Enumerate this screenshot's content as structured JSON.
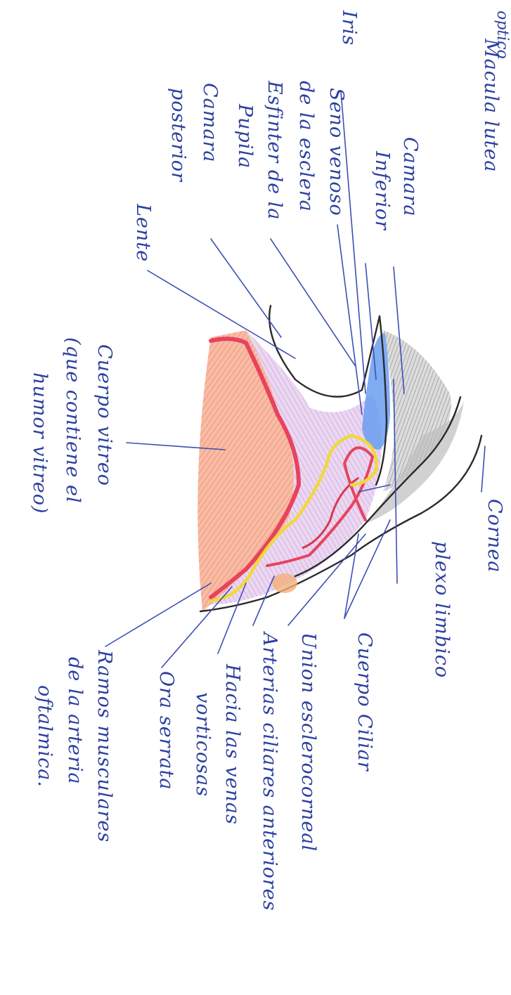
{
  "labels": {
    "macula_lutea": "Macula lutea",
    "optico": "optico",
    "iris": "Iris",
    "camara_inferior": [
      "Camara",
      "Inferior"
    ],
    "seno_venoso": [
      "Seno venoso",
      "de la esclera"
    ],
    "esfinter_pupila": [
      "Esfinter de la",
      "Pupila"
    ],
    "camara_posterior": [
      "Camara",
      "posterior"
    ],
    "lente": "Lente",
    "cuerpo_vitreo": [
      "Cuerpo vitreo",
      "(que contiene el",
      "humor vitreo)"
    ],
    "cornea": "Cornea",
    "plexo_limbico": "plexo limbico",
    "cuerpo_ciliar": "Cuerpo Ciliar",
    "union_esclerocorneal": "Union esclerocorneal",
    "arterias_ciliares": "Arterias ciliares anteriores",
    "hacia_venas": [
      "Hacia las venas",
      "vorticosas"
    ],
    "ora_serrata": "Ora serrata",
    "ramos_musculares": [
      "Ramos musculares",
      "de la arteria",
      "oftalmica."
    ]
  },
  "colors": {
    "ink": "#2b3f9f",
    "outline": "#2a2a2a",
    "vitreous": "#f4a58a",
    "ciliary": "#d9b8e6",
    "vessel_red": "#e8435e",
    "nerve_yellow": "#f3e04a",
    "canal_blue": "#5a8fe0",
    "sclera_gray": "#9a9a9a"
  }
}
